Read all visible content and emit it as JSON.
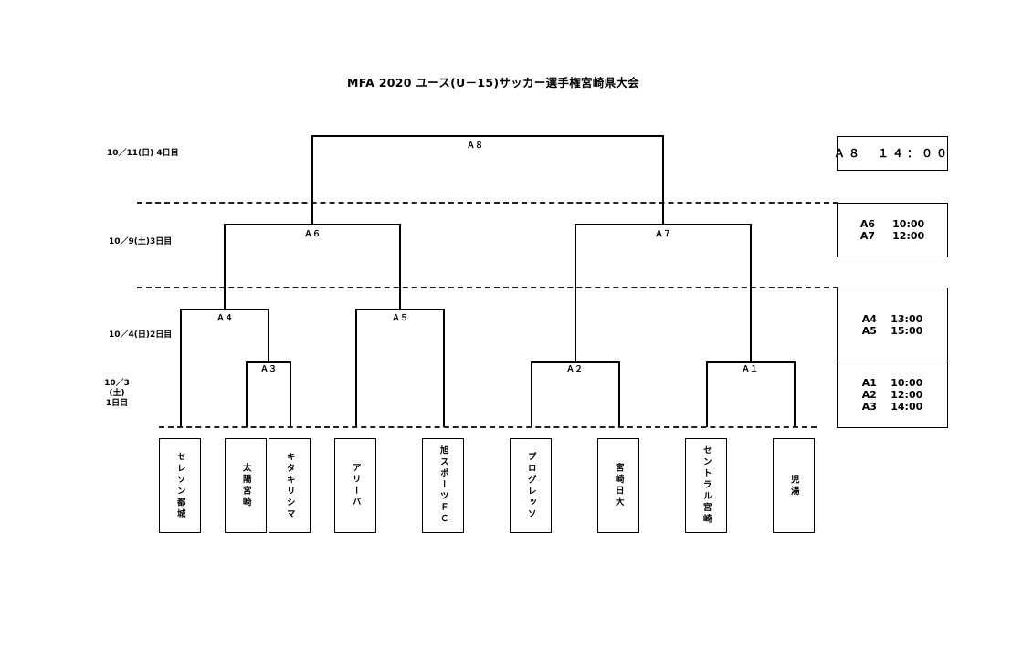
{
  "title": "MFA  2020  ユース(U－15)サッカー選手権宮崎県大会",
  "dates": {
    "day4": "10／11(日) 4日目",
    "day3": "10／9(土)3日目",
    "day2": "10／4(日)2日目",
    "day1_line1": "10／3",
    "day1_line2": "(土)",
    "day1_line3": "1日目"
  },
  "matches": {
    "a1": "Ａ１",
    "a2": "Ａ２",
    "a3": "Ａ３",
    "a4": "Ａ４",
    "a5": "Ａ５",
    "a6": "Ａ６",
    "a7": "Ａ７",
    "a8": "Ａ８"
  },
  "teams": [
    "セレソン都城",
    "太陽宮崎",
    "キタキリシマ",
    "アリーバ",
    "旭スポーツＦＣ",
    "プログレッソ",
    "宮崎日大",
    "セントラル宮崎",
    "児湯"
  ],
  "schedule": {
    "day4": [
      "Ａ８　１４：００"
    ],
    "day3": [
      "A6     10:00",
      "A7     12:00"
    ],
    "day2": [
      "A4    13:00",
      "A5    15:00"
    ],
    "day1": [
      "A1    10:00",
      "A2    12:00",
      "A3    14:00"
    ]
  }
}
